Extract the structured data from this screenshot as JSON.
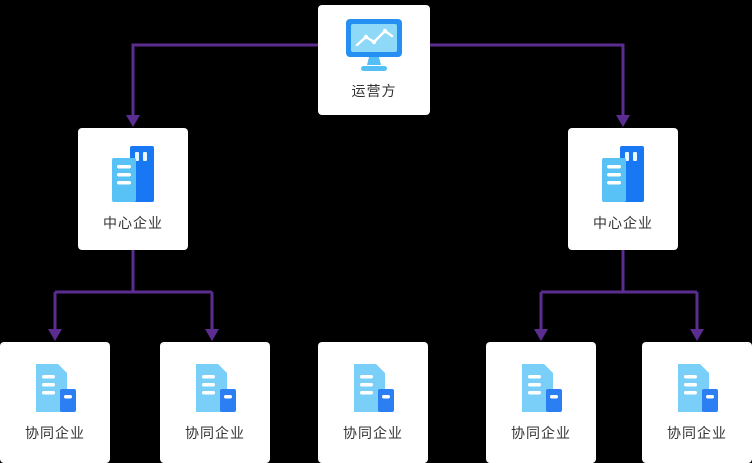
{
  "diagram": {
    "root": {
      "label": "运营方",
      "icon": "monitor-chart-icon"
    },
    "centers": [
      {
        "label": "中心企业",
        "icon": "dual-building-icon"
      },
      {
        "label": "中心企业",
        "icon": "dual-building-icon"
      }
    ],
    "collaborators": [
      {
        "label": "协同企业",
        "icon": "building-doc-icon"
      },
      {
        "label": "协同企业",
        "icon": "building-doc-icon"
      },
      {
        "label": "协同企业",
        "icon": "building-doc-icon"
      },
      {
        "label": "协同企业",
        "icon": "building-doc-icon"
      },
      {
        "label": "协同企业",
        "icon": "building-doc-icon"
      }
    ],
    "colors": {
      "background": "#000000",
      "card": "#ffffff",
      "connector": "#5C2D91",
      "icon_primary_blue": "#1E82F2",
      "icon_light_blue": "#58C2F6",
      "icon_sky_blue": "#7ACFF8",
      "label_text": "#333333"
    }
  }
}
